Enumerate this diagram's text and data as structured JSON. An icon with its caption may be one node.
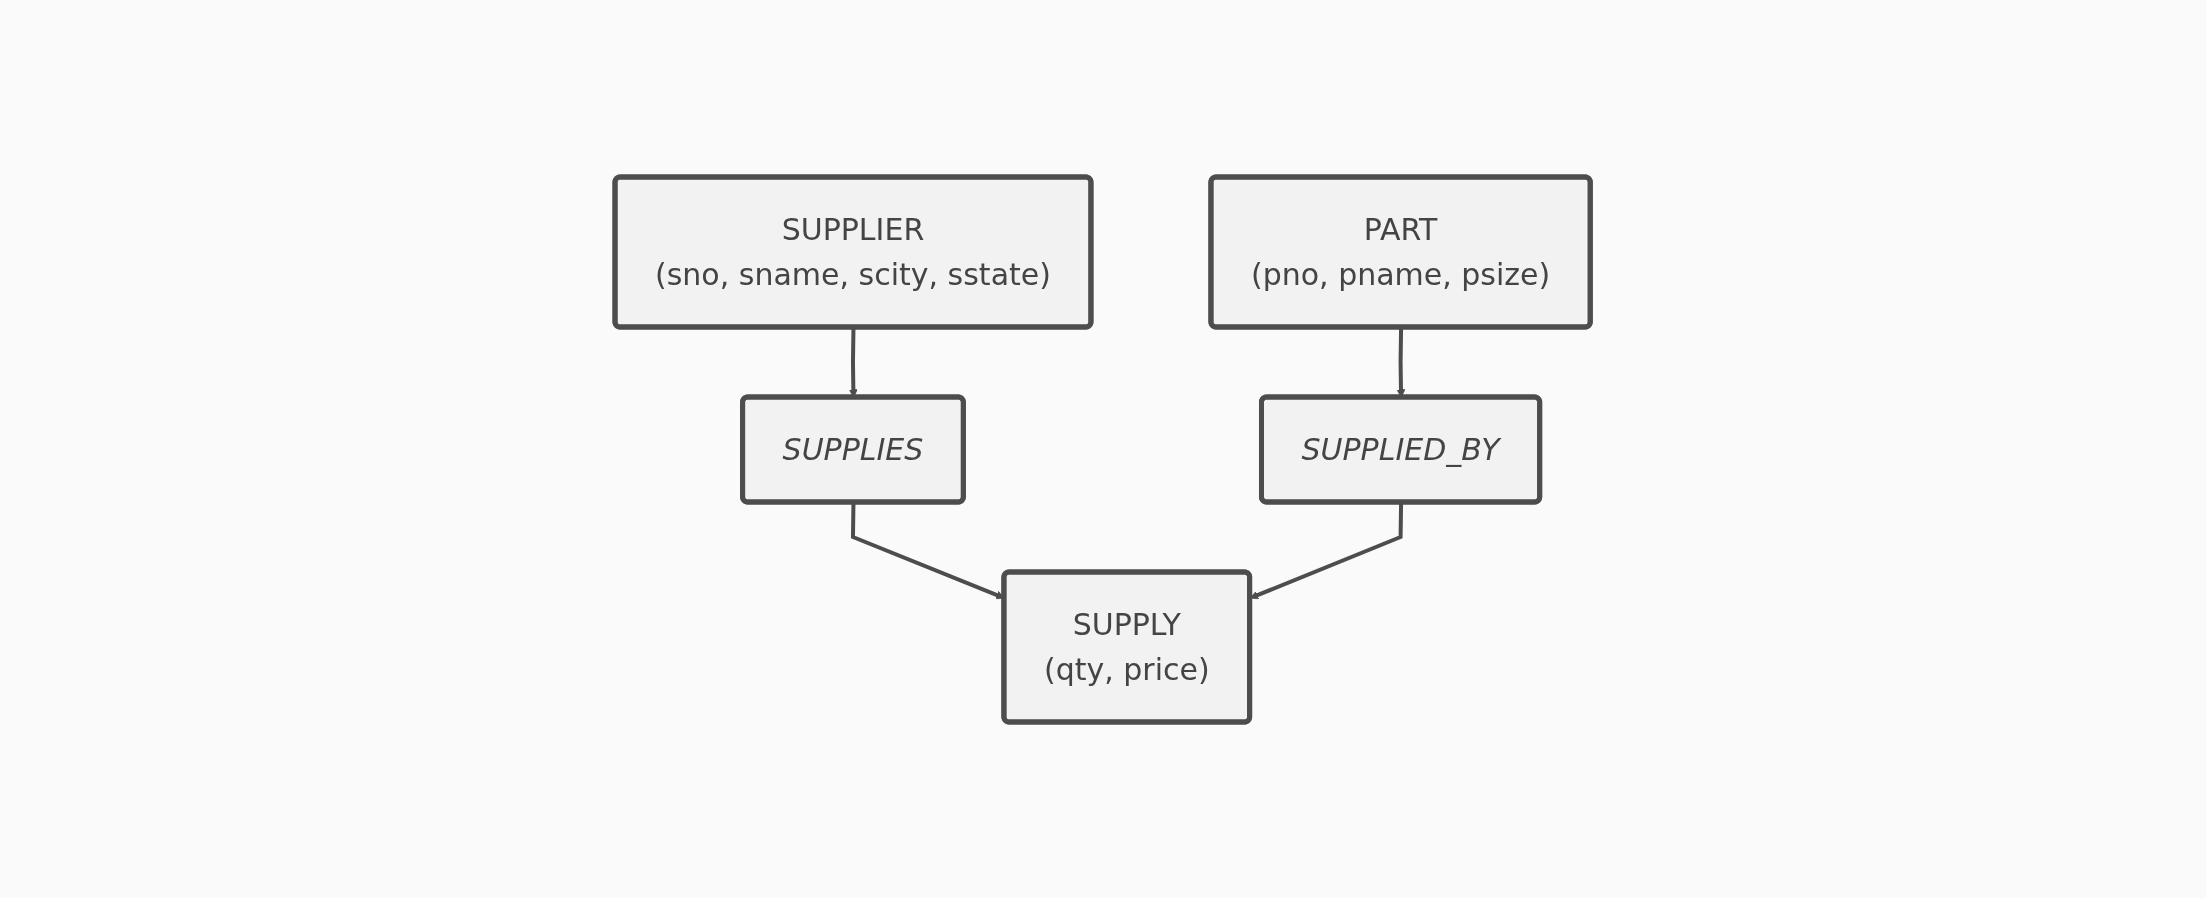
{
  "diagram": {
    "nodes": [
      {
        "text": [
          "SUPPLIER",
          "(sno, sname, scity, sstate)"
        ]
      },
      {
        "text": [
          "SUPPLIES"
        ]
      },
      {
        "text": [
          "PART",
          "(pno, pname, psize)"
        ]
      },
      {
        "text": [
          "SUPPLIED_BY"
        ]
      },
      {
        "text": [
          "SUPPLY",
          "(qty, price)"
        ]
      }
    ],
    "edges": [
      {
        "from": 0,
        "to": 1,
        "arrow": "to"
      },
      {
        "from": 2,
        "to": 3,
        "arrow": "to"
      },
      {
        "from": 1,
        "to": 4,
        "arrow": "to"
      },
      {
        "from": 3,
        "to": 4,
        "arrow": "to"
      }
    ]
  }
}
